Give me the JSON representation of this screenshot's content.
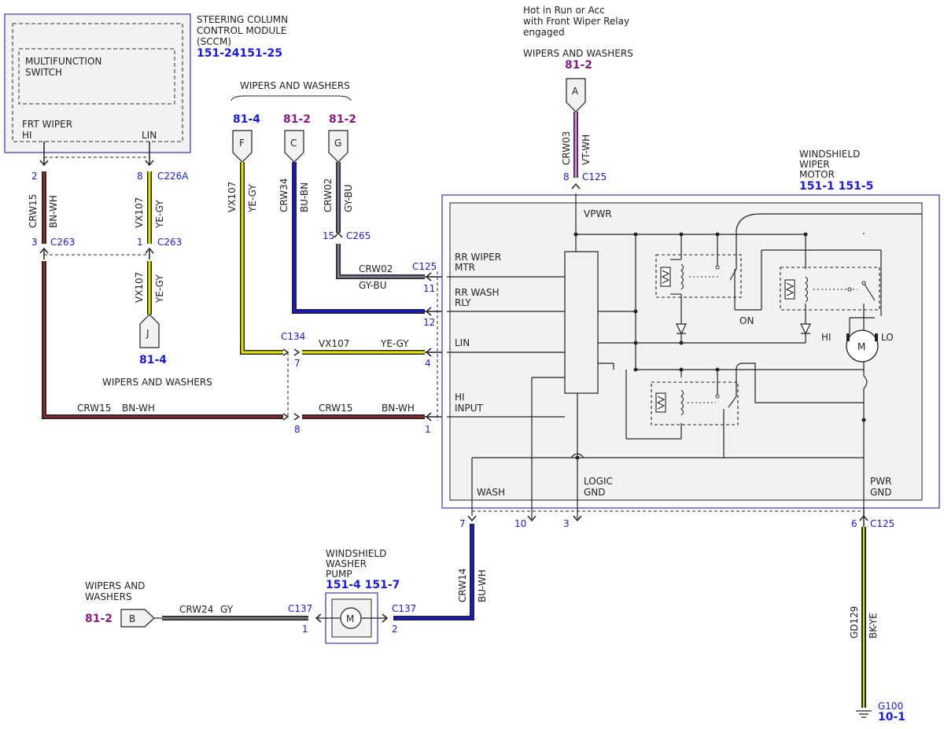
{
  "sccm": {
    "title": [
      "STEERING COLUMN",
      "CONTROL MODULE",
      "(SCCM)"
    ],
    "ref": "151-24151-25",
    "mfs_label": [
      "MULTIFUNCTION",
      "SWITCH"
    ],
    "frt_wiper": "FRT WIPER",
    "hi": "HI",
    "lin": "LIN"
  },
  "top_feed": {
    "note": [
      "Hot in Run or Acc",
      "with Front Wiper Relay",
      "engaged"
    ],
    "section": "WIPERS AND WASHERS",
    "ref": "81-2",
    "conn_letter": "A",
    "circuit": "CRW03",
    "color": "VT-WH",
    "pin": "8",
    "connector": "C125"
  },
  "top_group": {
    "section": "WIPERS AND WASHERS",
    "refs": [
      "81-4",
      "81-2",
      "81-2"
    ],
    "letters": [
      "F",
      "C",
      "G"
    ]
  },
  "motor": {
    "title": [
      "WINDSHIELD",
      "WIPER",
      "MOTOR"
    ],
    "ref": "151-1 151-5",
    "vpwr": "VPWR",
    "rr_wiper": [
      "RR WIPER",
      "MTR"
    ],
    "rr_wash": [
      "RR WASH",
      "RLY"
    ],
    "lin": "LIN",
    "hi_input": [
      "HI",
      "INPUT"
    ],
    "wash": "WASH",
    "logic_gnd": [
      "LOGIC",
      "GND"
    ],
    "pwr_gnd": [
      "PWR",
      "GND"
    ],
    "on": "ON",
    "hi": "HI",
    "lo": "LO",
    "m": "M"
  },
  "wires": {
    "crw15_left": {
      "circuit": "CRW15",
      "color": "BN-WH",
      "pin_top": "2",
      "pin_bot": "3",
      "conn": "C263"
    },
    "vx107_left": {
      "circuit": "VX107",
      "color": "YE-GY",
      "pin_top": "8",
      "conn_top": "C226A",
      "pin_bot": "1",
      "conn_bot": "C263"
    },
    "vx107_lower": {
      "circuit": "VX107",
      "color": "YE-GY",
      "letter": "J",
      "ref": "81-4",
      "section": "WIPERS AND WASHERS"
    },
    "vx107_top": {
      "circuit": "VX107",
      "color": "YE-GY"
    },
    "crw34": {
      "circuit": "CRW34",
      "color": "BU-BN"
    },
    "crw02_vert": {
      "circuit": "CRW02",
      "color": "GY-BU",
      "pin": "15",
      "conn": "C265"
    },
    "crw02_horz": {
      "circuit": "CRW02",
      "color": "GY-BU",
      "conn": "C125",
      "pin": "11"
    },
    "pin12": "12",
    "c134": {
      "conn": "C134",
      "pin": "7",
      "circuit": "VX107",
      "color": "YE-GY",
      "motor_pin": "4"
    },
    "crw15_bottom": {
      "circuit": "CRW15",
      "color": "BN-WH",
      "circuit2": "CRW15",
      "color2": "BN-WH",
      "pin_left": "8",
      "pin_right": "1"
    },
    "bottom_pins": {
      "wash": "7",
      "p10": "10",
      "p3": "3",
      "pwr": "6",
      "conn": "C125"
    },
    "crw14": {
      "circuit": "CRW14",
      "color": "BU-WH"
    },
    "gd129": {
      "circuit": "GD129",
      "color": "BK-YE",
      "ground": "G100",
      "ref": "10-1"
    },
    "crw24": {
      "circuit": "CRW24",
      "color": "GY",
      "conn_left": "C137",
      "pin_left": "1",
      "conn_right": "C137",
      "pin_right": "2"
    }
  },
  "pump": {
    "title": [
      "WINDSHIELD",
      "WASHER",
      "PUMP"
    ],
    "ref": "151-4 151-7",
    "m": "M"
  },
  "washers_left": {
    "label": [
      "WIPERS AND",
      "WASHERS"
    ],
    "ref": "81-2",
    "letter": "B"
  },
  "colors": {
    "brown": "#8b2a2a",
    "yellow": "#e6e600",
    "blue": "#1a1acc",
    "violet": "#e680e6",
    "gray": "#7a7a8a",
    "black": "#222222",
    "accent": "#1a1adb",
    "ref_purple": "#8b1a8b"
  }
}
